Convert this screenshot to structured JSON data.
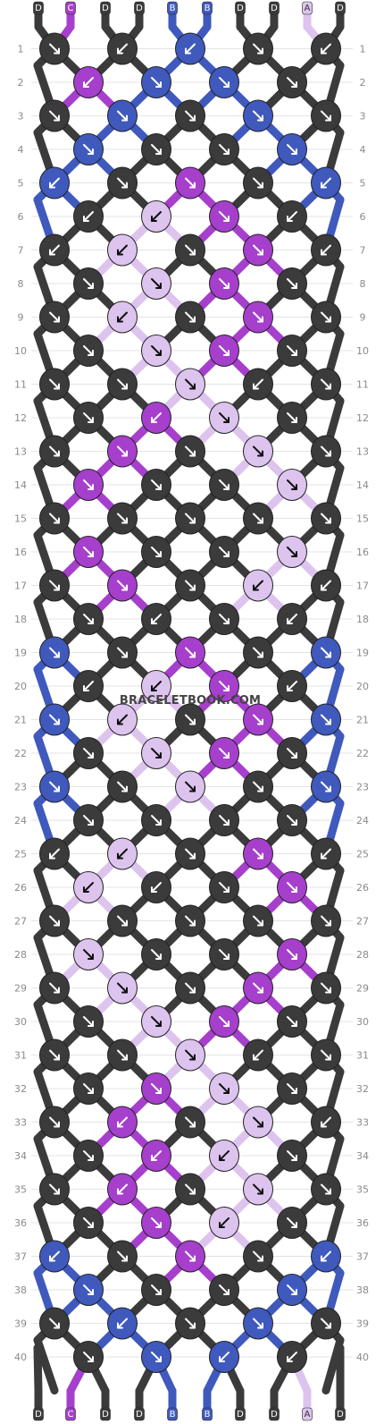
{
  "watermark": "BRACELETBOOK.COM",
  "colors": {
    "D": "#3b3b3b",
    "C": "#a63fcc",
    "B": "#3f59bd",
    "A": "#ddc4ee"
  },
  "strands_top": [
    "D",
    "C",
    "D",
    "D",
    "B",
    "B",
    "D",
    "D",
    "A",
    "D"
  ],
  "strands_bottom": [
    "D",
    "C",
    "D",
    "D",
    "B",
    "B",
    "D",
    "D",
    "A",
    "D"
  ],
  "row_numbers": [
    "1",
    "2",
    "3",
    "4",
    "5",
    "6",
    "7",
    "8",
    "9",
    "10",
    "11",
    "12",
    "13",
    "14",
    "15",
    "16",
    "17",
    "18",
    "19",
    "20",
    "21",
    "22",
    "23",
    "24",
    "25",
    "26",
    "27",
    "28",
    "29",
    "30",
    "31",
    "32",
    "33",
    "34",
    "35",
    "36",
    "37",
    "38",
    "39",
    "40"
  ],
  "knot_arrow_icons": [
    "arrow-down-right-icon",
    "arrow-down-left-icon"
  ],
  "rows": [
    [
      "D",
      "D",
      "B",
      "D",
      "D"
    ],
    [
      "C",
      "B",
      "B",
      "D"
    ],
    [
      "D",
      "B",
      "D",
      "B",
      "D"
    ],
    [
      "B",
      "D",
      "D",
      "B"
    ],
    [
      "B",
      "D",
      "C",
      "D",
      "B"
    ],
    [
      "D",
      "A",
      "C",
      "D"
    ],
    [
      "D",
      "A",
      "D",
      "C",
      "D"
    ],
    [
      "D",
      "A",
      "C",
      "D"
    ],
    [
      "D",
      "A",
      "D",
      "C",
      "D"
    ],
    [
      "D",
      "A",
      "C",
      "D"
    ],
    [
      "D",
      "D",
      "A",
      "D",
      "D"
    ],
    [
      "D",
      "C",
      "A",
      "D"
    ],
    [
      "D",
      "C",
      "D",
      "A",
      "D"
    ],
    [
      "C",
      "D",
      "D",
      "A"
    ],
    [
      "D",
      "D",
      "D",
      "D",
      "D"
    ],
    [
      "C",
      "D",
      "D",
      "A"
    ],
    [
      "D",
      "C",
      "D",
      "A",
      "D"
    ],
    [
      "D",
      "D",
      "D",
      "D"
    ],
    [
      "B",
      "D",
      "C",
      "D",
      "B"
    ],
    [
      "D",
      "A",
      "C",
      "D"
    ],
    [
      "B",
      "A",
      "D",
      "C",
      "B"
    ],
    [
      "D",
      "A",
      "C",
      "D"
    ],
    [
      "B",
      "D",
      "A",
      "D",
      "B"
    ],
    [
      "D",
      "D",
      "D",
      "D"
    ],
    [
      "D",
      "A",
      "D",
      "C",
      "D"
    ],
    [
      "A",
      "D",
      "D",
      "C"
    ],
    [
      "D",
      "D",
      "D",
      "D",
      "D"
    ],
    [
      "A",
      "D",
      "D",
      "C"
    ],
    [
      "D",
      "A",
      "D",
      "C",
      "D"
    ],
    [
      "D",
      "A",
      "C",
      "D"
    ],
    [
      "D",
      "D",
      "A",
      "D",
      "D"
    ],
    [
      "D",
      "C",
      "A",
      "D"
    ],
    [
      "D",
      "C",
      "D",
      "A",
      "D"
    ],
    [
      "D",
      "C",
      "A",
      "D"
    ],
    [
      "D",
      "C",
      "D",
      "A",
      "D"
    ],
    [
      "D",
      "C",
      "A",
      "D"
    ],
    [
      "B",
      "D",
      "C",
      "D",
      "B"
    ],
    [
      "B",
      "D",
      "D",
      "B"
    ],
    [
      "D",
      "B",
      "D",
      "B",
      "D"
    ],
    [
      "D",
      "B",
      "B",
      "D"
    ]
  ],
  "arrows": [
    [
      "R",
      "L",
      "L",
      "R",
      "L"
    ],
    [
      "L",
      "R",
      "R",
      "R"
    ],
    [
      "R",
      "R",
      "R",
      "R",
      "R"
    ],
    [
      "R",
      "R",
      "R",
      "R"
    ],
    [
      "L",
      "R",
      "R",
      "R",
      "L"
    ],
    [
      "L",
      "L",
      "R",
      "L"
    ],
    [
      "L",
      "L",
      "R",
      "R",
      "L"
    ],
    [
      "R",
      "R",
      "R",
      "R"
    ],
    [
      "R",
      "L",
      "R",
      "R",
      "R"
    ],
    [
      "R",
      "R",
      "R",
      "R"
    ],
    [
      "R",
      "R",
      "R",
      "L",
      "R"
    ],
    [
      "R",
      "L",
      "R",
      "R"
    ],
    [
      "R",
      "R",
      "R",
      "R",
      "R"
    ],
    [
      "R",
      "R",
      "R",
      "R"
    ],
    [
      "R",
      "R",
      "R",
      "R",
      "R"
    ],
    [
      "R",
      "R",
      "R",
      "R"
    ],
    [
      "R",
      "R",
      "R",
      "L",
      "L"
    ],
    [
      "R",
      "L",
      "R",
      "L"
    ],
    [
      "R",
      "R",
      "R",
      "R",
      "R"
    ],
    [
      "L",
      "L",
      "R",
      "L"
    ],
    [
      "R",
      "L",
      "R",
      "R",
      "R"
    ],
    [
      "R",
      "R",
      "R",
      "R"
    ],
    [
      "R",
      "R",
      "R",
      "R",
      "R"
    ],
    [
      "R",
      "R",
      "R",
      "R"
    ],
    [
      "L",
      "L",
      "R",
      "R",
      "L"
    ],
    [
      "L",
      "L",
      "R",
      "R"
    ],
    [
      "R",
      "R",
      "R",
      "R",
      "R"
    ],
    [
      "R",
      "R",
      "R",
      "R"
    ],
    [
      "R",
      "R",
      "R",
      "R",
      "R"
    ],
    [
      "R",
      "R",
      "R",
      "R"
    ],
    [
      "R",
      "R",
      "R",
      "L",
      "R"
    ],
    [
      "R",
      "R",
      "R",
      "R"
    ],
    [
      "R",
      "L",
      "R",
      "R",
      "L"
    ],
    [
      "R",
      "L",
      "L",
      "R"
    ],
    [
      "R",
      "L",
      "R",
      "R",
      "R"
    ],
    [
      "R",
      "R",
      "L",
      "R"
    ],
    [
      "L",
      "R",
      "R",
      "R",
      "L"
    ],
    [
      "R",
      "R",
      "R",
      "R"
    ],
    [
      "R",
      "L",
      "R",
      "R",
      "R"
    ],
    [
      "R",
      "R",
      "L",
      "L"
    ]
  ]
}
